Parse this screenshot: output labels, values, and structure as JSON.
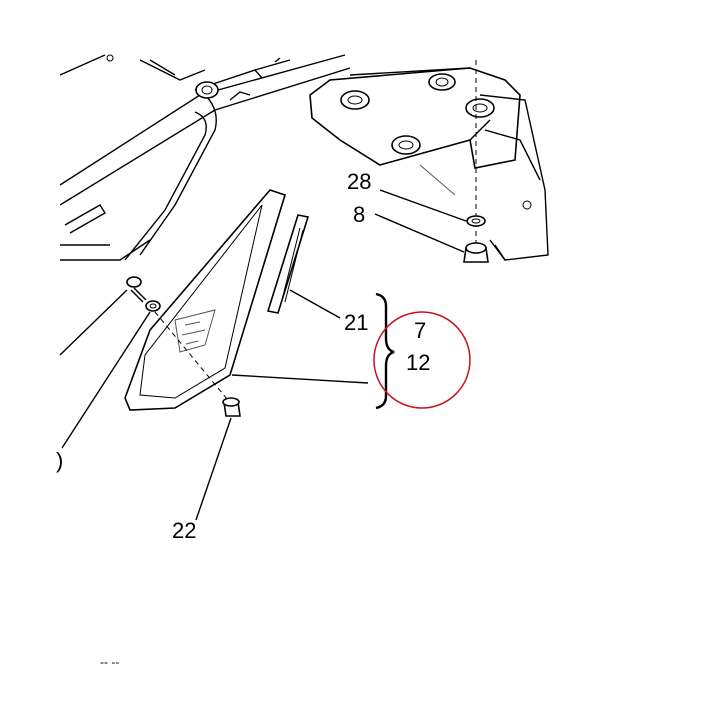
{
  "callouts": {
    "c28": "28",
    "c8": "8",
    "c21": "21",
    "c7": "7",
    "c12": "12",
    "c22": "22",
    "cLeftPartial": ")",
    "cBottomPartial": "-- --"
  },
  "colors": {
    "highlight_circle": "#c8141e",
    "ink": "#000000"
  }
}
